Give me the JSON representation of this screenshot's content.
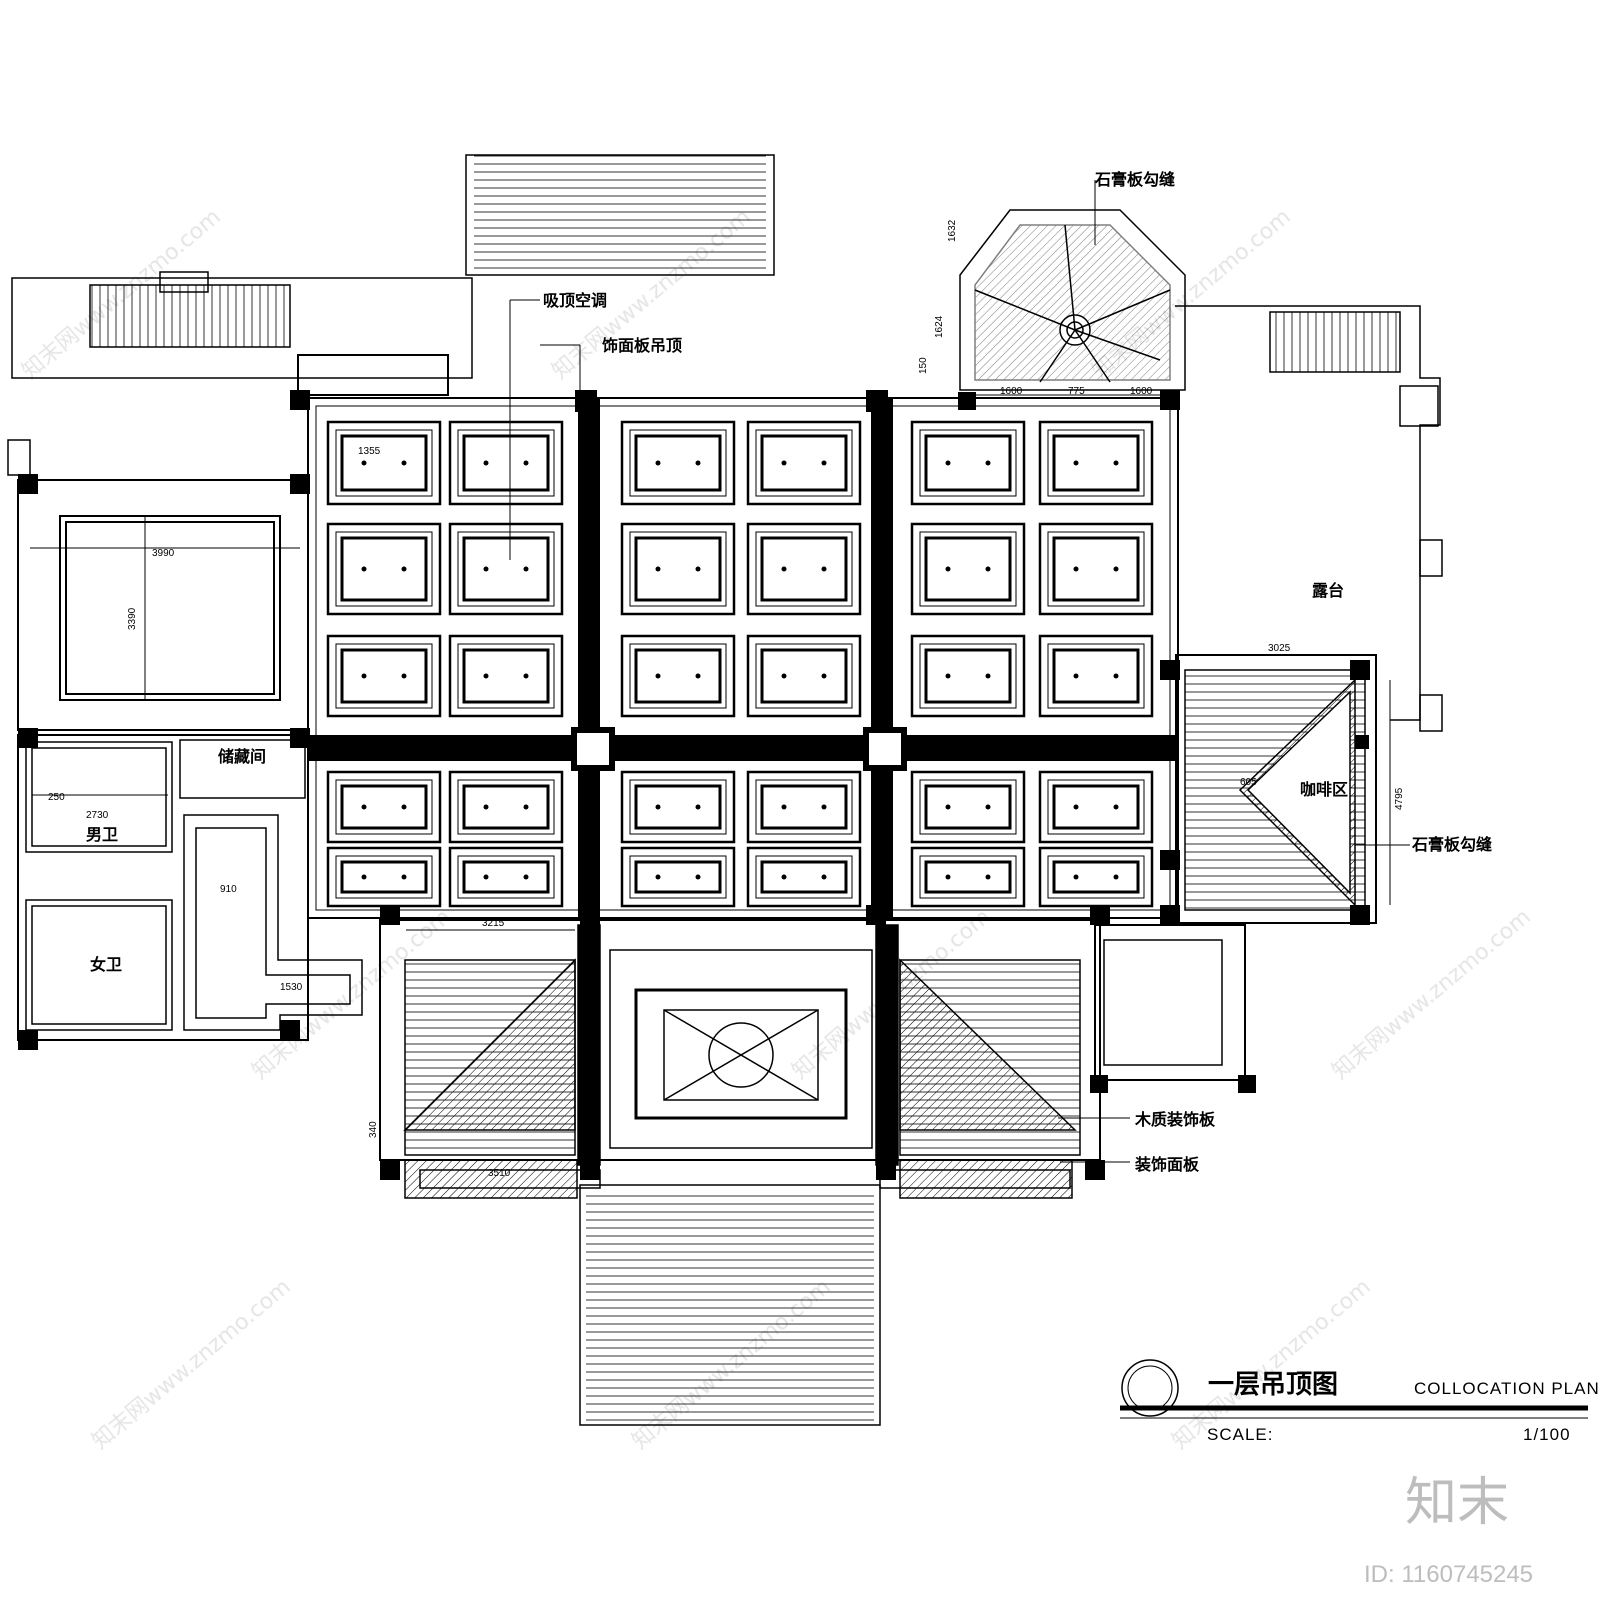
{
  "labels": {
    "ceiling_ac": "吸顶空调",
    "panel_ceiling": "饰面板吊顶",
    "gypsum_joint_top": "石膏板勾缝",
    "gypsum_joint_right": "石膏板勾缝",
    "terrace": "露台",
    "cafe_area": "咖啡区",
    "storage": "储藏间",
    "mens_wc": "男卫",
    "womens_wc": "女卫",
    "wood_panel": "木质装饰板",
    "decor_panel": "装饰面板"
  },
  "dimensions": {
    "d1355": "1355",
    "d3990": "3990",
    "d3390": "3390",
    "d2730": "2730",
    "d910": "910",
    "d1530": "1530",
    "d3215": "3215",
    "d3510": "3510",
    "d3025": "3025",
    "d4795": "4795",
    "d1600a": "1600",
    "d1600b": "1600",
    "d775": "775",
    "d1632": "1632",
    "d1624": "1624",
    "d250": "250",
    "d150": "150",
    "d340": "340",
    "d605": "605"
  },
  "title_block": {
    "title_cn": "一层吊顶图",
    "title_en": "COLLOCATION PLAN",
    "scale_label": "SCALE:",
    "scale_value": "1/100"
  },
  "branding": {
    "logo_text": "知末",
    "id_text": "ID: 1160745245",
    "watermark": "知末网www.znzmo.com"
  }
}
